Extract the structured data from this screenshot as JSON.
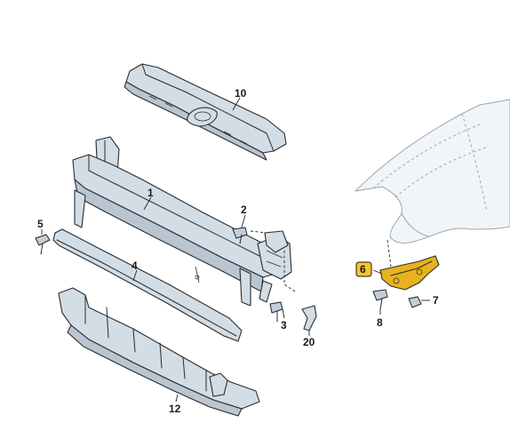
{
  "callouts": {
    "c1": "1",
    "c2": "2",
    "c3": "3",
    "c4": "4",
    "c5": "5",
    "c6": "6",
    "c7": "7",
    "c8": "8",
    "c10": "10",
    "c12": "12",
    "c20": "20"
  },
  "highlighted_part": "6",
  "colors": {
    "part_fill": "#d3dde6",
    "highlight": "#e8b21e",
    "label_highlight_bg": "#f4c430"
  }
}
